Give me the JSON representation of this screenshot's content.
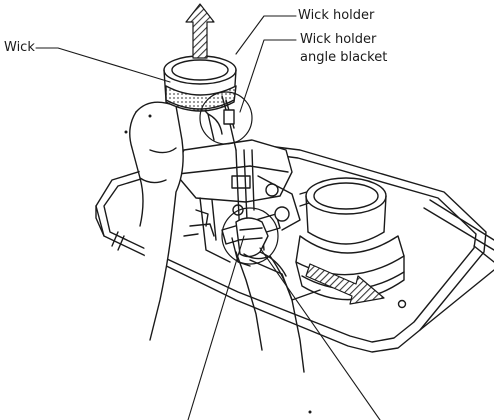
{
  "labels": {
    "wick": "Wick",
    "wick_holder": "Wick holder",
    "wick_holder_angle_line1": "Wick holder",
    "wick_holder_angle_line2": "angle blacket"
  },
  "colors": {
    "ink": "#1a1a1a",
    "paper": "#ffffff",
    "hatch": "#3a3a3a"
  },
  "icons": {
    "lift_arrow": "arrow-up-hatched",
    "slide_arrow": "arrow-right-hatched"
  }
}
